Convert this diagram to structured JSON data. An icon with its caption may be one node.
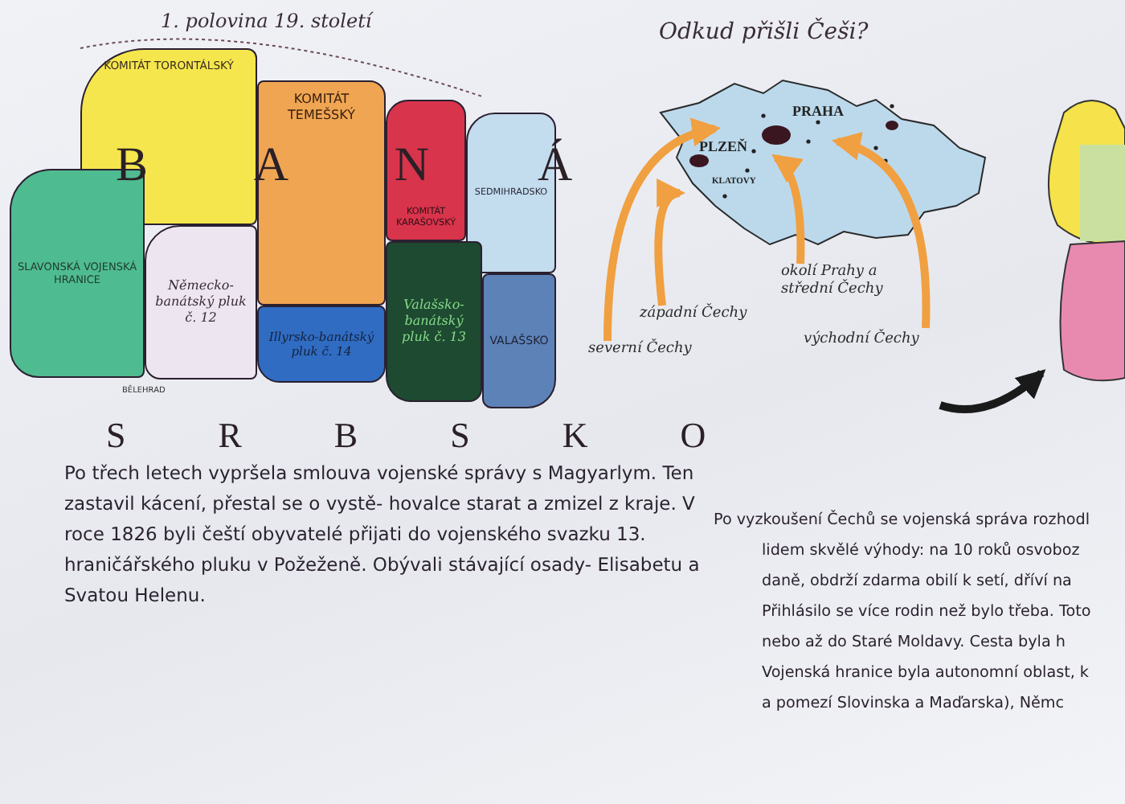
{
  "diagram": {
    "nodes": [
      {
        "text": [
          "KOMITÁT TORONTÁLSKÝ"
        ]
      },
      {
        "text": [
          "KOMITÁT TEMEŠSKÝ"
        ]
      },
      {
        "text": [
          "KOMITÁT KARAŠOVSKÝ"
        ]
      },
      {
        "text": [
          "SEDMIHRADSKO"
        ]
      },
      {
        "text": [
          "VALAŠSKO"
        ]
      },
      {
        "text": [
          "Valašsko-banátský pluk č. 13"
        ]
      },
      {
        "text": [
          "Illyrsko-banátský pluk č. 14"
        ]
      },
      {
        "text": [
          "Německo-banátský pluk č. 12"
        ]
      },
      {
        "text": [
          "SLAVONSKÁ VOJENSKÁ HRANICE"
        ]
      },
      {
        "text": [
          "PRAHA",
          "PLZEŇ",
          "KLATOVY"
        ]
      },
      {
        "text": [
          "severní Čechy"
        ]
      },
      {
        "text": [
          "západní Čechy"
        ]
      },
      {
        "text": [
          "okolí Prahy a střední Čechy"
        ]
      },
      {
        "text": [
          "východní Čechy"
        ]
      },
      {
        "text": [],
        "shape": "person"
      }
    ],
    "edges": [
      {
        "from": 10,
        "to": 9,
        "arrow": "to"
      },
      {
        "from": 11,
        "to": 9,
        "arrow": "to"
      },
      {
        "from": 12,
        "to": 9,
        "arrow": "to"
      },
      {
        "from": 13,
        "to": 9,
        "arrow": "to"
      },
      {
        "from": null,
        "to": 14,
        "arrow": "to",
        "color": "#1a1a1a"
      }
    ],
    "labels": [
      "1. polovina 19. století",
      "Odkud přišli Češi?",
      "B A N Á",
      "BĚLEHRAD",
      "S R B S K O",
      "Po třech letech vypršela smlouva vojenské správy s Magyarlym. Ten zastavil kácení, přestal se o vystě- hovalce starat a zmizel z kraje. V roce 1826 byli čeští obyvatelé přijati do vojenského svazku 13. hraničářského pluku v Požeženě. Obývali stávající osady- Elisabetu a Svatou Helenu.",
      "Po vyzkoušení Čechů se vojenská správa rozhodl",
      "lidem skvělé výhody: na 10 roků osvoboz",
      "daně, obdrží zdarma obilí k setí, dříví na",
      "Přihlásilo se více rodin než bylo třeba. Toto",
      "nebo až do Staré Moldavy. Cesta byla h",
      "Vojenská hranice byla autonomní oblast, k",
      "a pomezí Slovinska a Maďarska), Němc"
    ]
  }
}
